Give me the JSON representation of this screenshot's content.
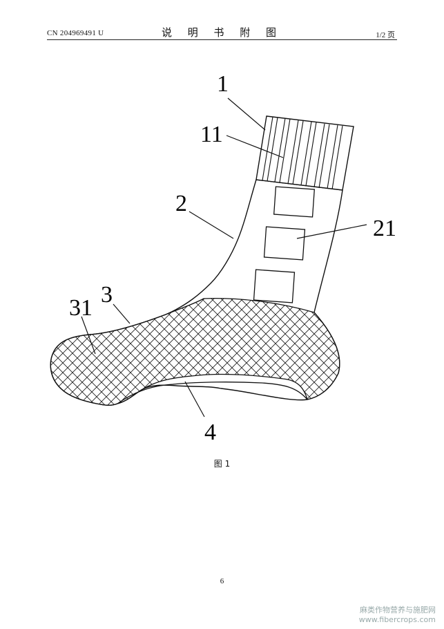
{
  "header": {
    "publication_number": "CN 204969491 U",
    "section_title": "说 明 书 附 图",
    "page_indicator": "1/2 页"
  },
  "figure": {
    "caption": "图 1",
    "reference_labels": {
      "sock_cuff": "1",
      "cuff_ribs": "11",
      "leg_tube": "2",
      "tube_pads": "21",
      "foot": "3",
      "mesh_area": "31",
      "sole": "4"
    }
  },
  "page_number": "6",
  "watermark": {
    "line1": "麻类作物营养与施肥网",
    "line2": "www.fibercrops.com"
  }
}
